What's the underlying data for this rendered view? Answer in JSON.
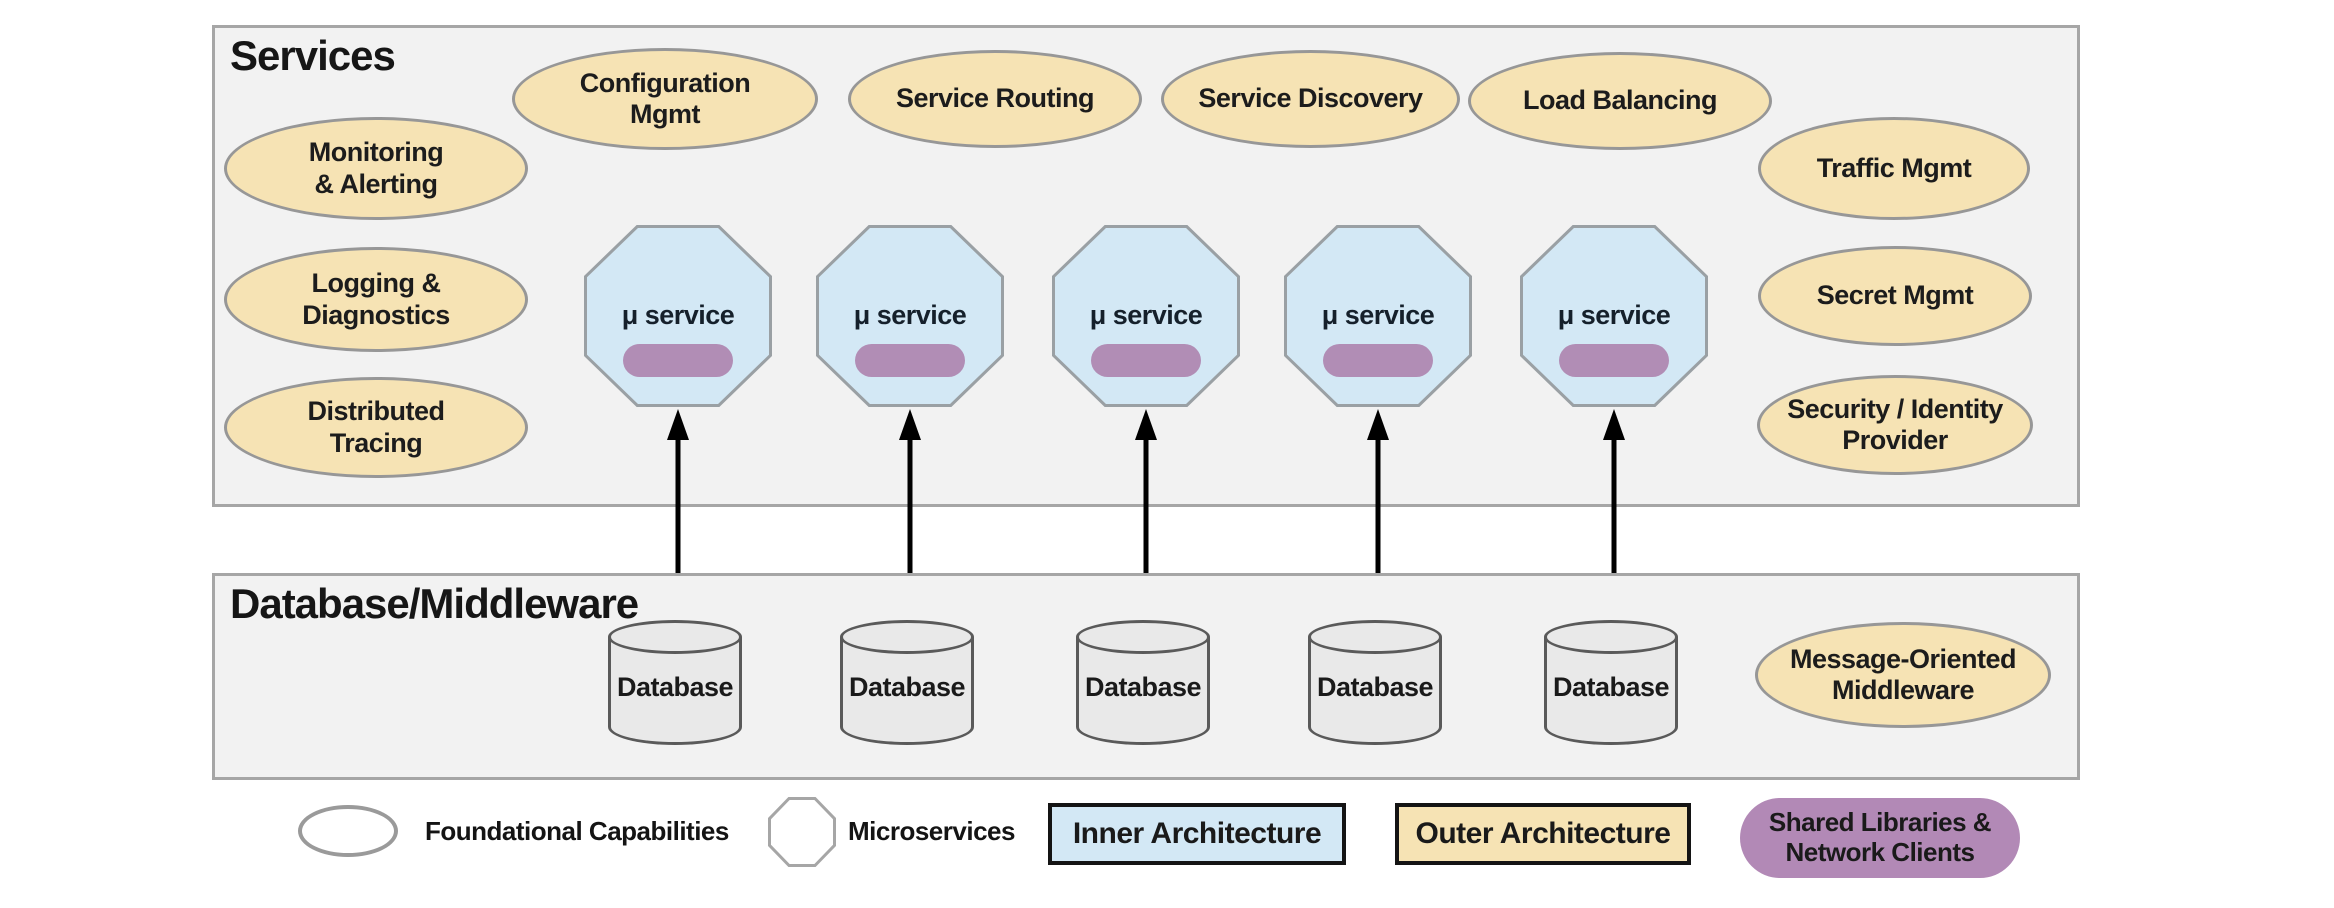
{
  "diagram": {
    "services": {
      "title": "Services",
      "top_row": [
        "Configuration\nMgmt",
        "Service Routing",
        "Service Discovery",
        "Load Balancing"
      ],
      "left_column": [
        "Monitoring\n& Alerting",
        "Logging &\nDiagnostics",
        "Distributed\nTracing"
      ],
      "right_column": [
        "Traffic Mgmt",
        "Secret Mgmt",
        "Security / Identity\nProvider"
      ],
      "microservice_label": "μ service",
      "microservice_count": 5
    },
    "database_middleware": {
      "title": "Database/Middleware",
      "database_label": "Database",
      "database_count": 5,
      "middleware_label": "Message-Oriented\nMiddleware"
    },
    "legend": {
      "foundational": "Foundational Capabilities",
      "microservices": "Microservices",
      "inner_architecture": "Inner Architecture",
      "outer_architecture": "Outer Architecture",
      "shared_libraries": "Shared Libraries &\nNetwork Clients"
    },
    "colors": {
      "foundational_fill": "#f6e3b4",
      "microservice_fill": "#d3e8f5",
      "shared_library_fill": "#b289b6",
      "database_fill": "#e9e9e9",
      "section_fill": "#f2f2f2",
      "arrow": "#000000"
    }
  }
}
